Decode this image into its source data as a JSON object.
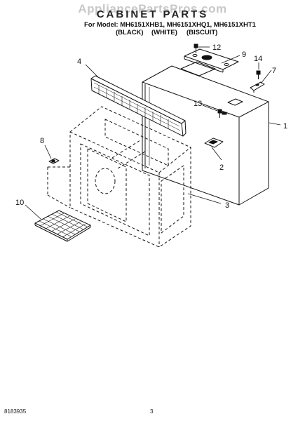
{
  "watermark": "AppliancePartsPros.com",
  "header": {
    "title": "CABINET PARTS",
    "model_line": "For Model: MH6151XHB1, MH6151XHQ1, MH6151XHT1",
    "colors": [
      "(BLACK)",
      "(WHITE)",
      "(BISCUIT)"
    ]
  },
  "callouts": {
    "c1": "1",
    "c2": "2",
    "c3": "3",
    "c4": "4",
    "c7": "7",
    "c8": "8",
    "c9": "9",
    "c10": "10",
    "c12": "12",
    "c13": "13",
    "c14": "14"
  },
  "footer": {
    "doc_number": "8183935",
    "page_number": "3"
  }
}
